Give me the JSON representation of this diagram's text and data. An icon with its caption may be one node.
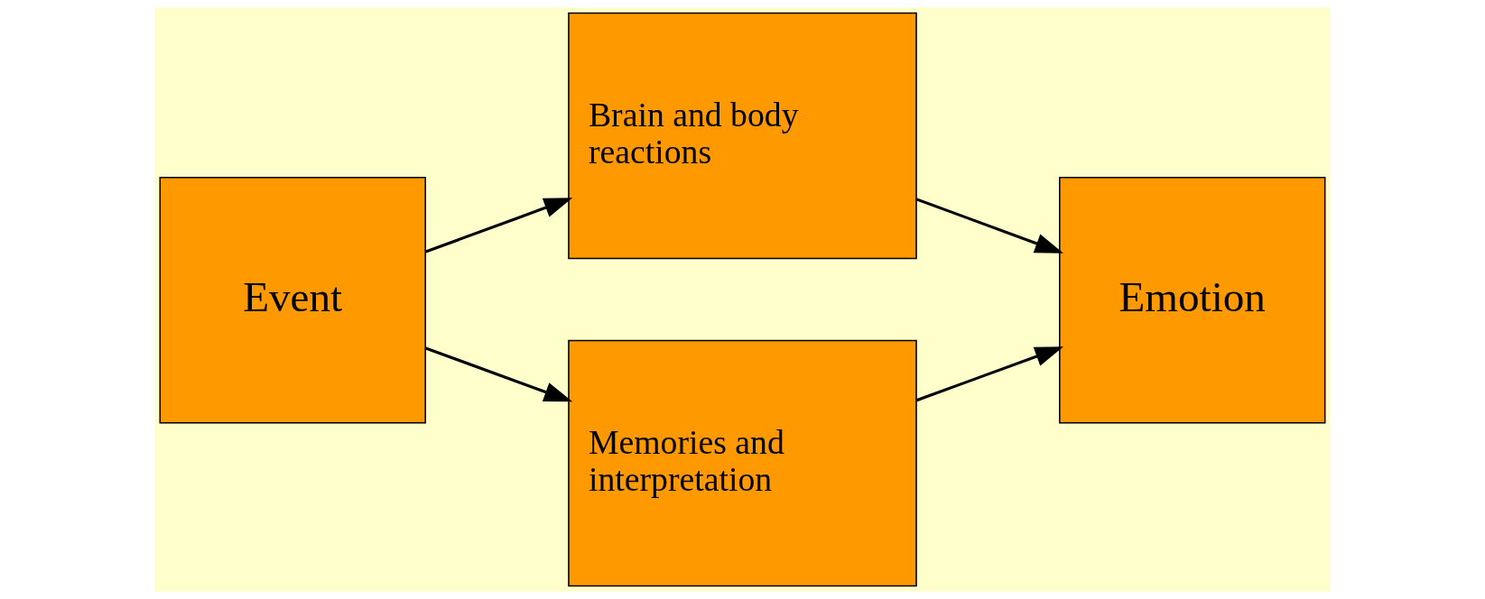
{
  "diagram": {
    "nodes": [
      {
        "text": [
          "Event"
        ]
      },
      {
        "text": [
          "Brain and body reactions"
        ]
      },
      {
        "text": [
          "Memories and interpretation"
        ]
      },
      {
        "text": [
          "Emotion"
        ]
      }
    ],
    "edges": [
      {
        "from": 0,
        "to": 1,
        "arrow": "to"
      },
      {
        "from": 0,
        "to": 2,
        "arrow": "to"
      },
      {
        "from": 1,
        "to": 3,
        "arrow": "to"
      },
      {
        "from": 2,
        "to": 3,
        "arrow": "to"
      }
    ]
  }
}
